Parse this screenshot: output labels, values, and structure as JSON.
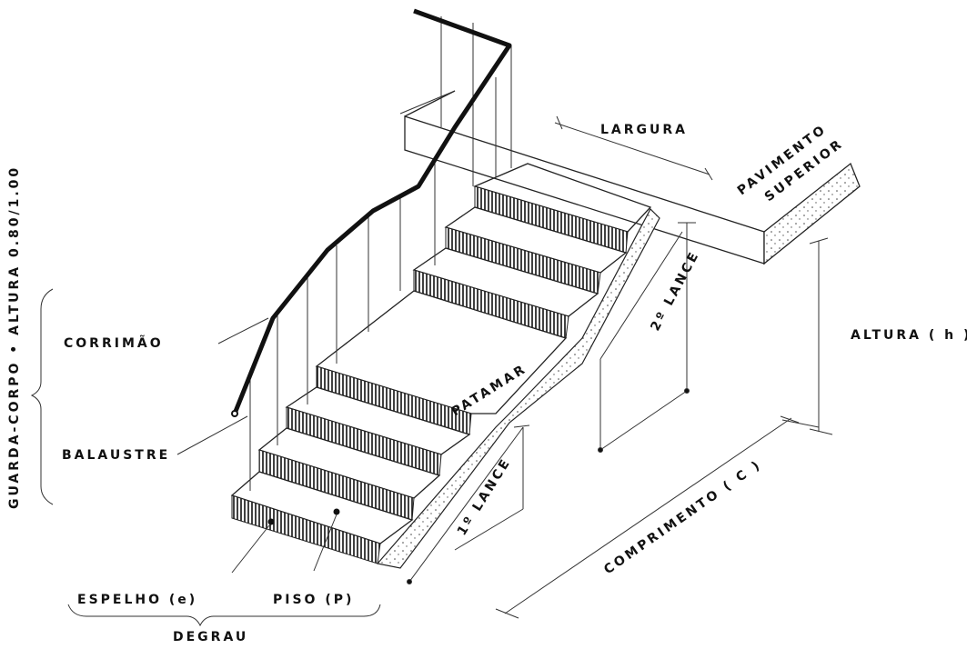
{
  "diagram": {
    "labels": {
      "guarda_corpo": "GUARDA-CORPO • ALTURA 0.80/1.00",
      "corrimao": "CORRIMÃO",
      "balaustre": "BALAUSTRE",
      "espelho": "ESPELHO (e)",
      "piso": "PISO (P)",
      "degrau": "DEGRAU",
      "patamar": "PATAMAR",
      "largura": "LARGURA",
      "pavimento": "PAVIMENTO",
      "superior": "SUPERIOR",
      "segundo_lance": "2º LANCE",
      "primeiro_lance": "1º LANCE",
      "altura": "ALTURA ( h )",
      "comprimento": "COMPRIMENTO ( C )"
    }
  }
}
